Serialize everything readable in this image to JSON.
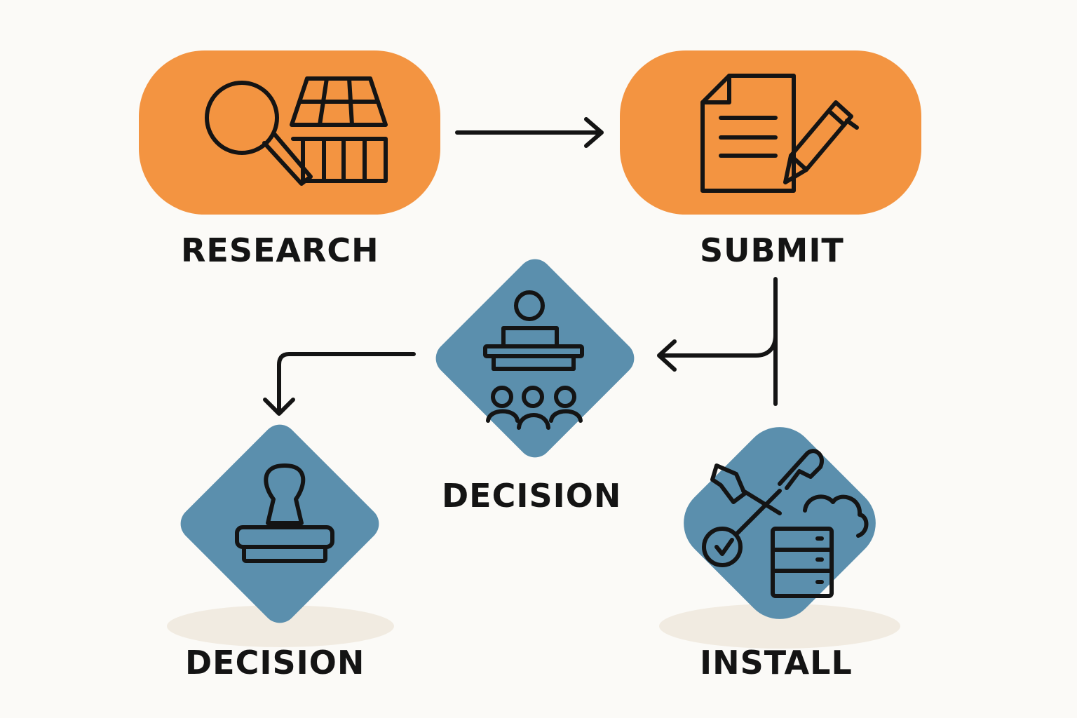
{
  "colors": {
    "background": "#fbfaf7",
    "step_orange": "#f39441",
    "decision_blue": "#5b8fad",
    "ink": "#141414",
    "shadow": "#f1ebe1"
  },
  "nodes": {
    "research": {
      "label": "RESEARCH",
      "shape": "rounded-rect",
      "icons": [
        "magnifier-icon",
        "solar-panel-icon"
      ]
    },
    "submit": {
      "label": "SUBMIT",
      "shape": "rounded-rect",
      "icons": [
        "document-icon",
        "pencil-icon"
      ]
    },
    "decision_mid": {
      "label": "DECISION",
      "shape": "diamond",
      "icons": [
        "presenter-audience-icon"
      ]
    },
    "decision_left": {
      "label": "DECISION",
      "shape": "diamond",
      "icons": [
        "stamp-icon"
      ]
    },
    "install": {
      "label": "INSTALL",
      "shape": "diamond",
      "icons": [
        "tools-icon",
        "server-icon",
        "cloud-icon"
      ]
    }
  },
  "edges": [
    {
      "from": "research",
      "to": "submit"
    },
    {
      "from": "submit",
      "to": "decision_mid"
    },
    {
      "from": "submit",
      "to": "install"
    },
    {
      "from": "decision_mid",
      "to": "decision_left"
    }
  ]
}
